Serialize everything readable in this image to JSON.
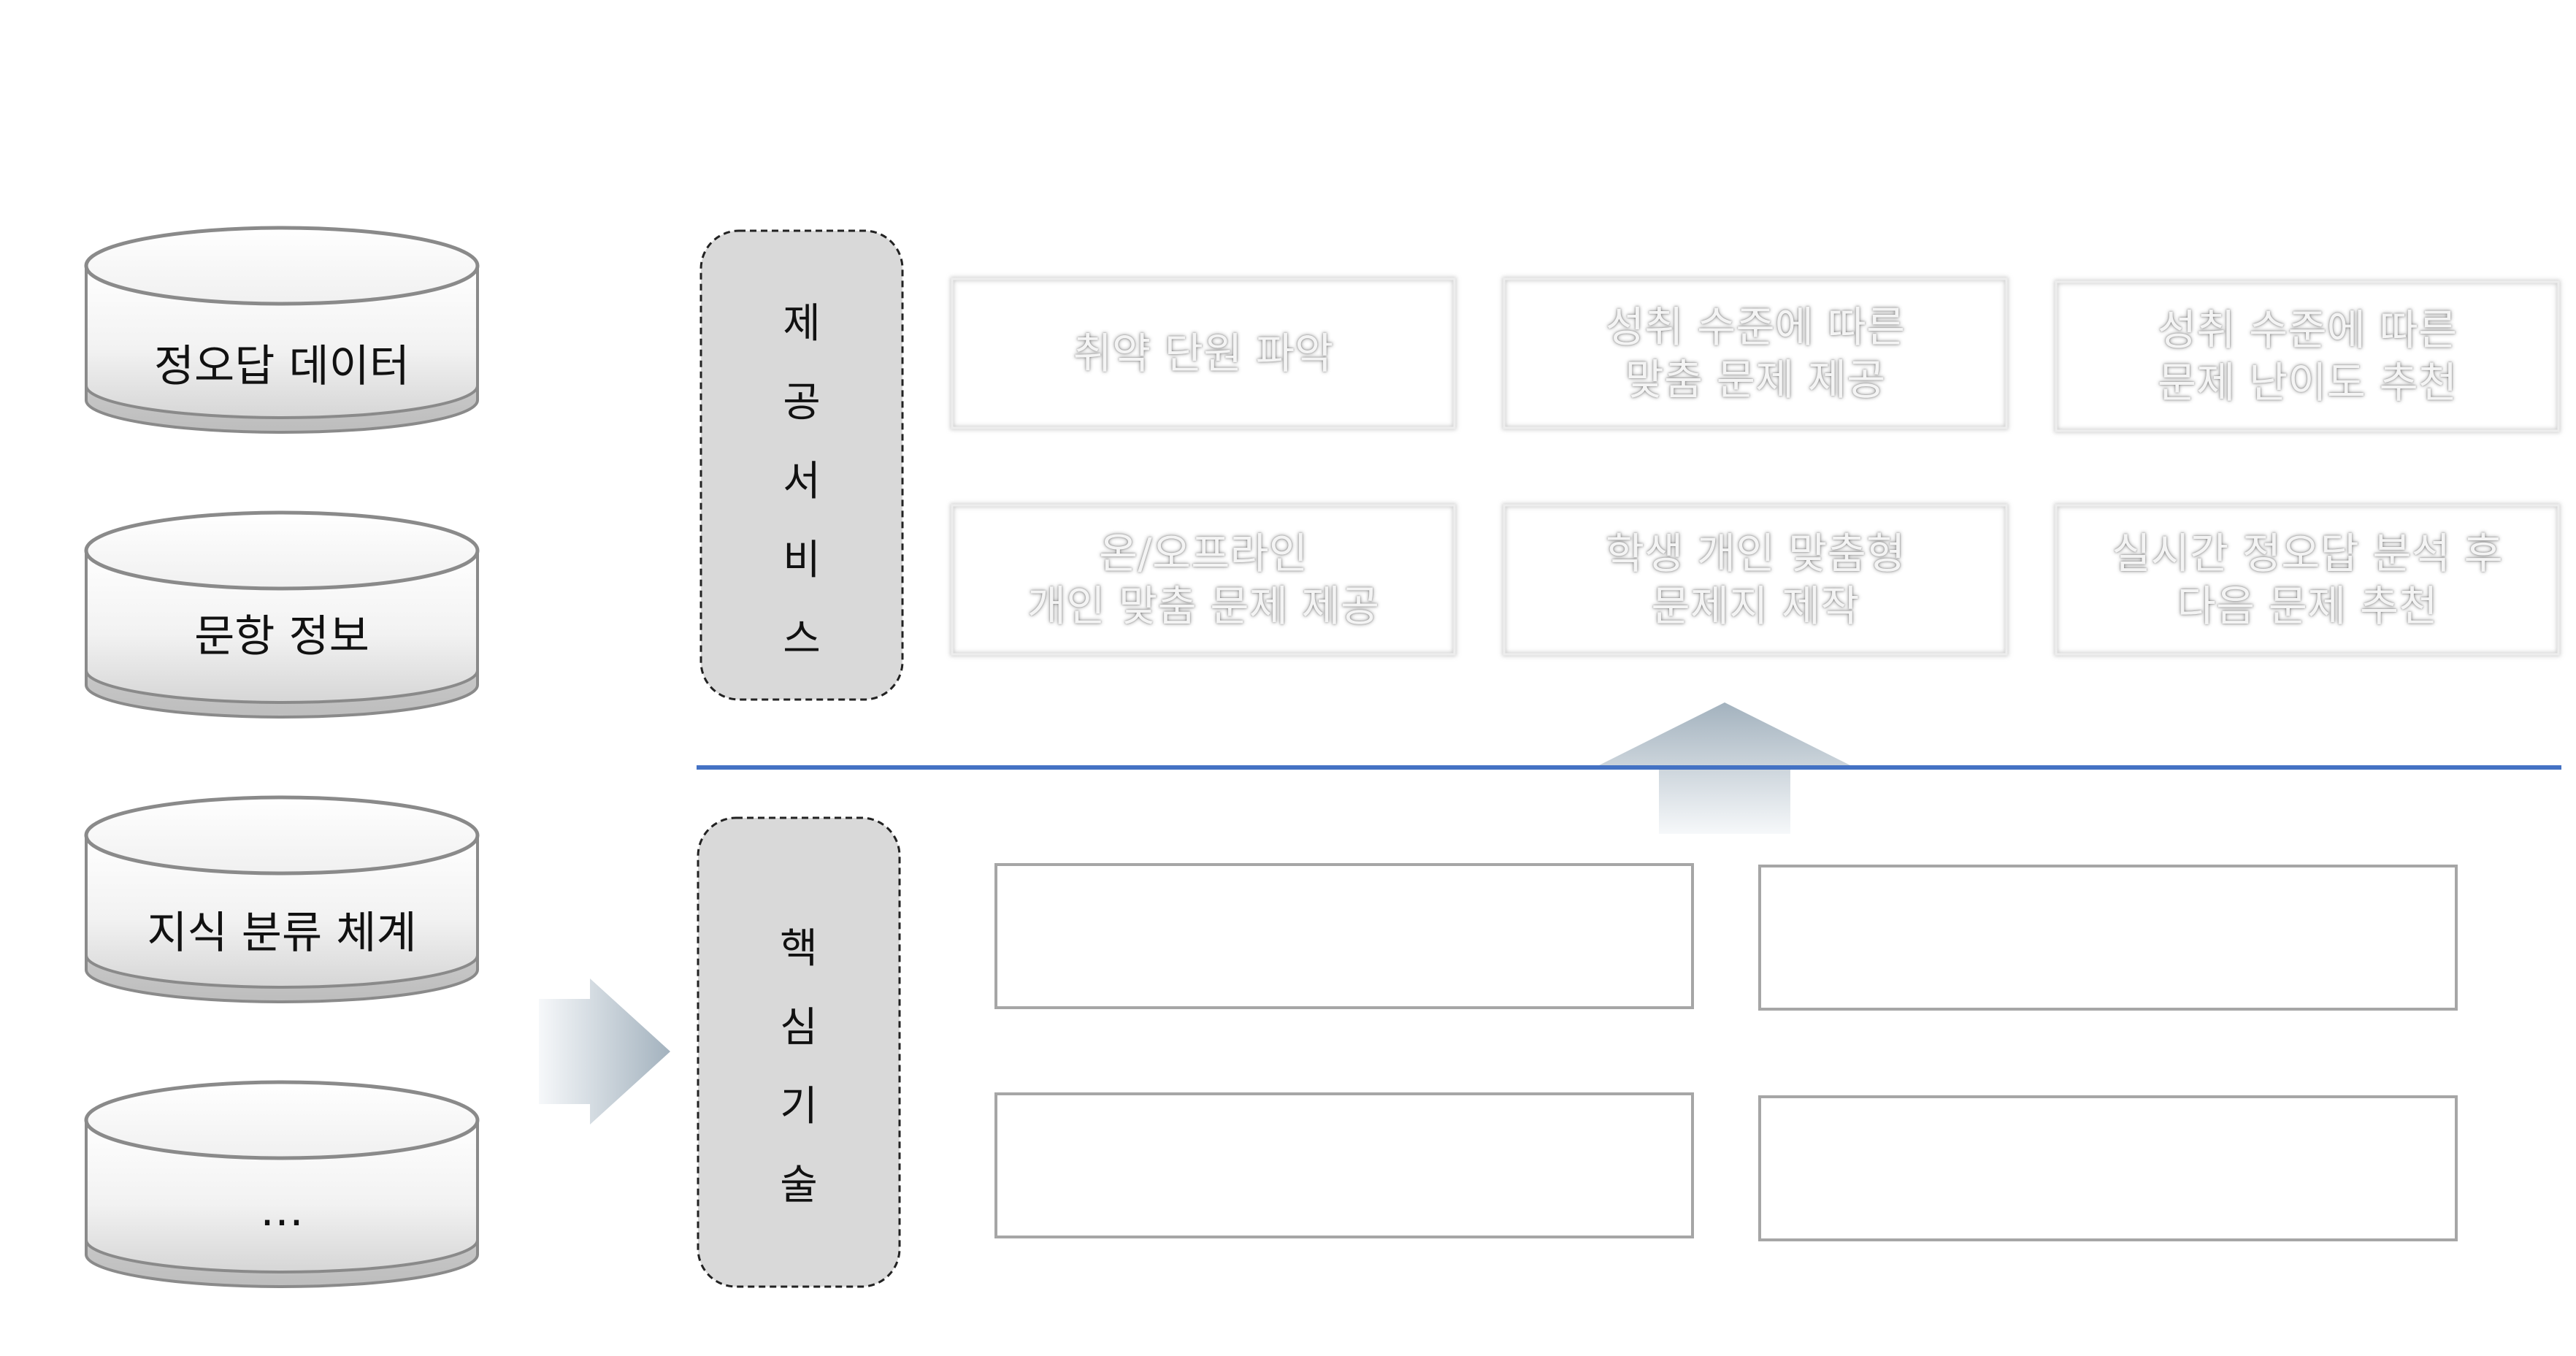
{
  "data_sources": [
    {
      "label": "정오답 데이터"
    },
    {
      "label": "문항 정보"
    },
    {
      "label": "지식 분류 체계"
    },
    {
      "label": "…"
    }
  ],
  "categories": {
    "service": {
      "chars": [
        "제",
        "공",
        "서",
        "비",
        "스"
      ]
    },
    "core": {
      "chars": [
        "핵",
        "심",
        "기",
        "술"
      ]
    }
  },
  "services": [
    {
      "text": "취약 단원 파악"
    },
    {
      "text": "성취 수준에 따른\n맞춤 문제 제공"
    },
    {
      "text": "성취 수준에 따른\n문제 난이도 추천"
    },
    {
      "text": "온/오프라인\n개인 맞춤 문제 제공"
    },
    {
      "text": "학생 개인 맞춤형\n문제지 제작"
    },
    {
      "text": "실시간 정오답 분석 후\n다음 문제 추천"
    }
  ],
  "core_technologies": [
    {
      "text": ""
    },
    {
      "text": ""
    },
    {
      "text": ""
    },
    {
      "text": ""
    }
  ],
  "colors": {
    "divider": "#4472c4",
    "category_fill": "#d9d9d9",
    "arrow_dark": "#a9b7c3",
    "arrow_light": "#f3f6f8"
  }
}
